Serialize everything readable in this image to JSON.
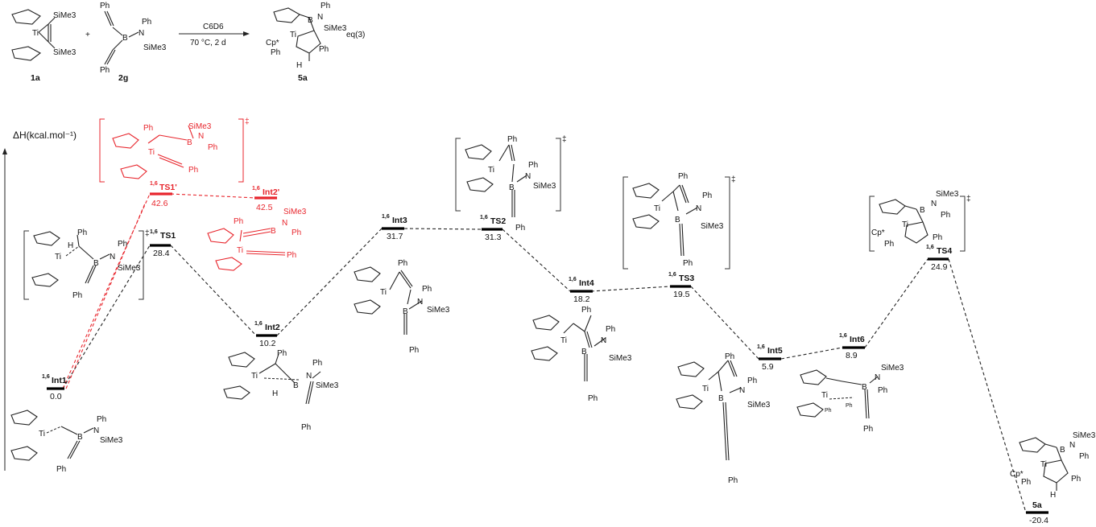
{
  "reaction": {
    "reagent1": "1a",
    "reagent2": "2g",
    "product": "5a",
    "conditions_top": "C6D6",
    "conditions_bottom": "70 °C, 2 d",
    "equation_label": "eq(3)",
    "plus": "+"
  },
  "axis": {
    "ylabel": "ΔH(kcal.mol⁻¹)"
  },
  "levels": [
    {
      "sup": "1,6",
      "name": "Int1",
      "value": "0.0",
      "color": "black"
    },
    {
      "sup": "1,6",
      "name": "TS1",
      "value": "28.4",
      "color": "black"
    },
    {
      "sup": "1,6",
      "name": "TS1'",
      "value": "42.6",
      "color": "red"
    },
    {
      "sup": "1,6",
      "name": "Int2'",
      "value": "42.5",
      "color": "red"
    },
    {
      "sup": "1,6",
      "name": "Int2",
      "value": "10.2",
      "color": "black"
    },
    {
      "sup": "1,6",
      "name": "Int3",
      "value": "31.7",
      "color": "black"
    },
    {
      "sup": "1,6",
      "name": "TS2",
      "value": "31.3",
      "color": "black"
    },
    {
      "sup": "1,6",
      "name": "Int4",
      "value": "18.2",
      "color": "black"
    },
    {
      "sup": "1,6",
      "name": "TS3",
      "value": "19.5",
      "color": "black"
    },
    {
      "sup": "1,6",
      "name": "Int5",
      "value": "5.9",
      "color": "black"
    },
    {
      "sup": "1,6",
      "name": "Int6",
      "value": "8.9",
      "color": "black"
    },
    {
      "sup": "1,6",
      "name": "TS4",
      "value": "24.9",
      "color": "black"
    },
    {
      "sup": "",
      "name": "5a",
      "value": "-20.4",
      "color": "black"
    }
  ],
  "atoms": {
    "ti": "Ti",
    "b": "B",
    "n": "N",
    "ph": "Ph",
    "h": "H",
    "sime3": "SiMe3",
    "cp_star": "Cp*",
    "dagger": "‡"
  },
  "colors": {
    "accent_red": "#e8262d",
    "ink": "#111111"
  }
}
